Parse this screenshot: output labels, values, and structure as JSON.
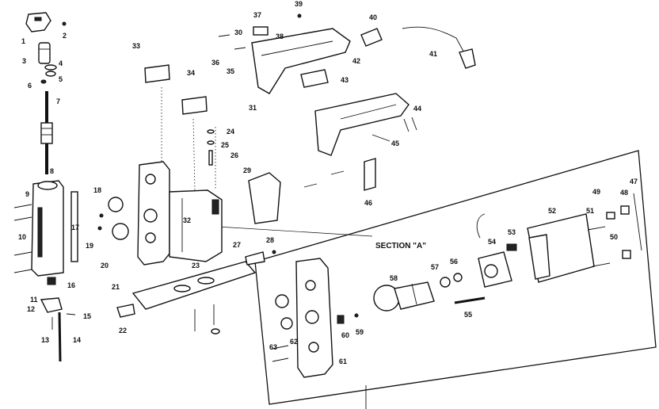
{
  "section_label": "SECTION \"A\"",
  "callouts": [
    "1",
    "2",
    "3",
    "4",
    "5",
    "6",
    "7",
    "8",
    "9",
    "10",
    "11",
    "12",
    "13",
    "14",
    "15",
    "16",
    "17",
    "18",
    "19",
    "20",
    "21",
    "22",
    "23",
    "24",
    "25",
    "26",
    "27",
    "28",
    "29",
    "30",
    "31",
    "32",
    "33",
    "34",
    "35",
    "36",
    "37",
    "38",
    "39",
    "40",
    "41",
    "42",
    "43",
    "44",
    "45",
    "46",
    "47",
    "48",
    "49",
    "50",
    "51",
    "52",
    "53",
    "54",
    "55",
    "56",
    "57",
    "58",
    "59",
    "60",
    "61",
    "62",
    "63"
  ]
}
